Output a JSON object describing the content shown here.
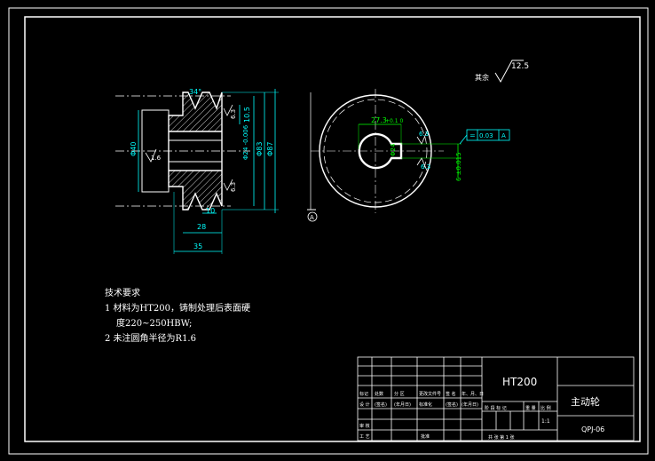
{
  "roughness": {
    "value": "12.5",
    "label": "其余"
  },
  "tech_requirements": {
    "heading": "技术要求",
    "item1_line1": "1 材料为HT200，铸制处理后表面硬",
    "item1_line2": "度220~250HBW;",
    "item2": "2 未注圆角半径为R1.6"
  },
  "side_view": {
    "dims": {
      "groove_angle": "34°",
      "rough_top": "6.3",
      "rough_bottom": "6.3",
      "rough_bore": "1.6",
      "d_10_5": "10.5",
      "hub_dia": "Φ40",
      "bore_dia_tol": "Φ24 -0.006",
      "d_83": "Φ83",
      "d_87": "Φ87",
      "w_10": "10",
      "w_28": "28",
      "w_35": "35"
    }
  },
  "front_view": {
    "dims": {
      "keyway_depth": "27.3",
      "keyway_tol": "+0.1 0",
      "rough_key_top": "6.3",
      "rough_key_bottom": "6.3",
      "keyway_width_tol": "6 ±0.015",
      "key_width_label": "Φ24",
      "datum_letter": "A"
    },
    "tolerance_frame": {
      "symbol": "=",
      "value": "0.03",
      "datum": "A"
    }
  },
  "title_block": {
    "material": "HT200",
    "part_name": "主动轮",
    "drawing_no": "QPJ-06",
    "scale": "1:1",
    "headers_row": [
      "标记",
      "处数",
      "分 区",
      "更改文件号",
      "签 名",
      "年、月、日"
    ],
    "design_row": [
      "设 计",
      "(签名)",
      "(年月日)",
      "标准化",
      "(签名)",
      "(年月日)"
    ],
    "stage_labels": [
      "阶 段 标 记",
      "重 量",
      "比 例"
    ],
    "review": "审 核",
    "process": "工 艺",
    "approve": "批准",
    "sheet": "共 张 第 1 张"
  },
  "colors": {
    "background": "#000000",
    "outline": "#ffffff",
    "dimension": "#00ffff",
    "annotation": "#00ff00"
  }
}
